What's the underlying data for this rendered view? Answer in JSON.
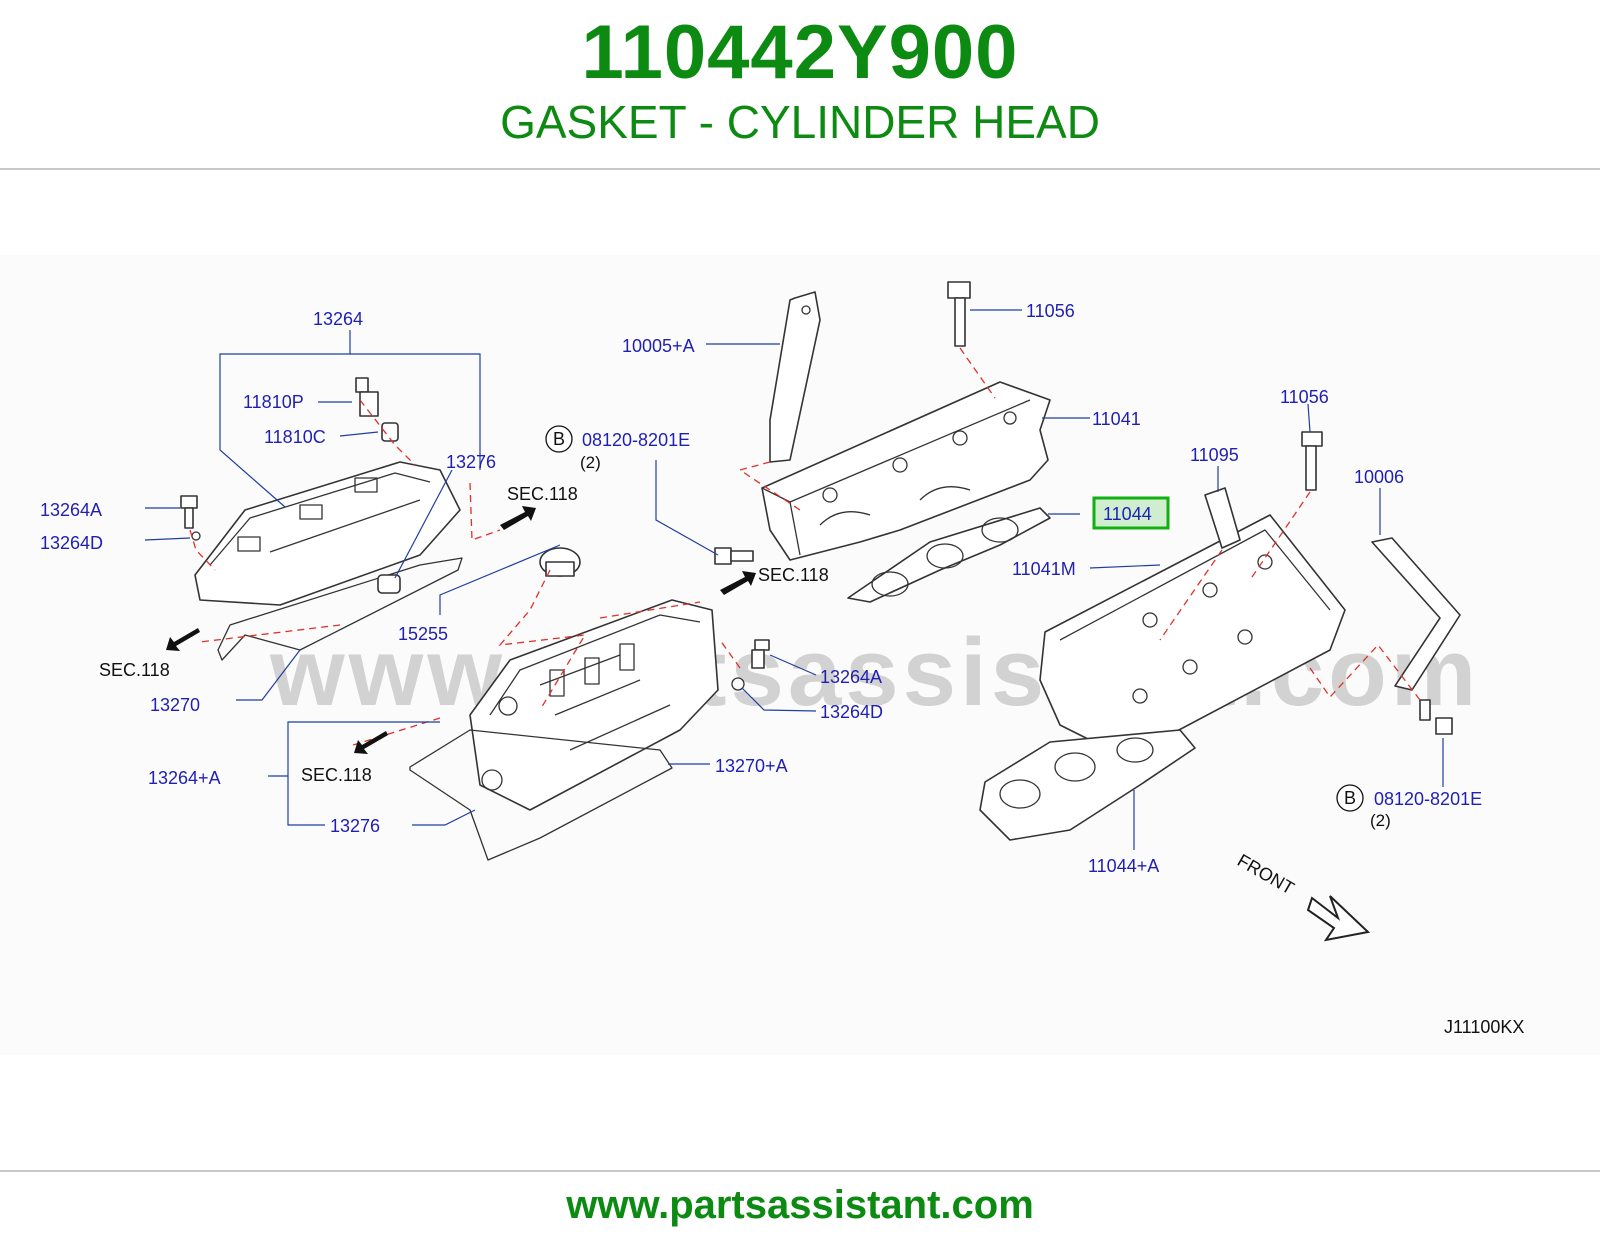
{
  "header": {
    "part_number": "110442Y900",
    "part_name": "GASKET - CYLINDER HEAD"
  },
  "diagram": {
    "watermark": "www.partsassistant.com",
    "labels": {
      "l13264": "13264",
      "l11810P": "11810P",
      "l11810C": "11810C",
      "l13276a": "13276",
      "l13264A_left": "13264A",
      "l13264D_left": "13264D",
      "l10005A": "10005+A",
      "l11056a": "11056",
      "l11041": "11041",
      "l08120a": "08120-8201E",
      "l11044": "11044",
      "l11041M": "11041M",
      "l11095": "11095",
      "l11056b": "11056",
      "l10006": "10006",
      "l15255": "15255",
      "l13270": "13270",
      "l13264A_mid": "13264A",
      "l13264D_mid": "13264D",
      "l13270A": "13270+A",
      "l13264plusA": "13264+A",
      "l13276b": "13276",
      "l08120b": "08120-8201E",
      "l11044A": "11044+A"
    },
    "sec_labels": {
      "s1": "SEC.118",
      "s2": "SEC.118",
      "s3": "SEC.118",
      "s4": "SEC.118"
    },
    "circle_b": "B",
    "qty": "(2)",
    "front": "FRONT",
    "diagram_code": "J11100KX",
    "highlight_color": "#10b010",
    "label_color": "#1f1fb4"
  },
  "footer": {
    "url": "www.partsassistant.com"
  }
}
